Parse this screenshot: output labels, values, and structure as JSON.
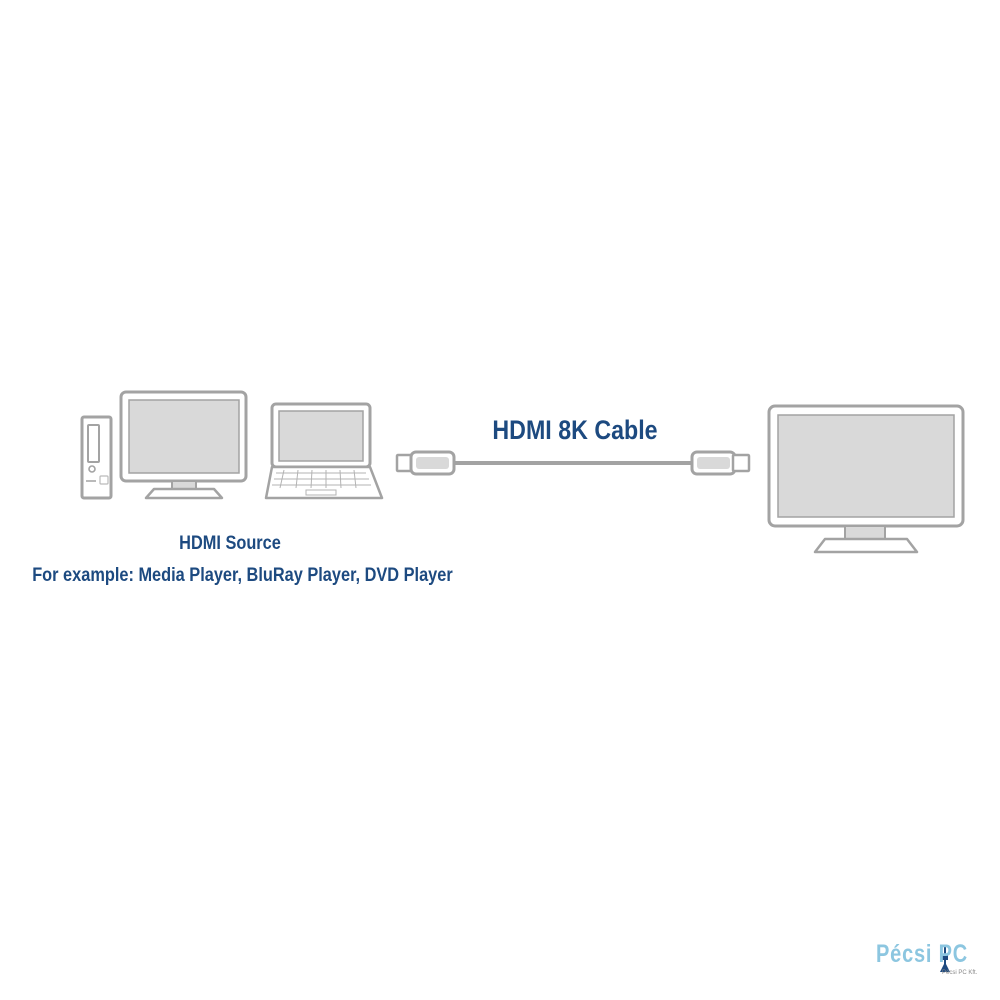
{
  "diagram": {
    "cable_label": "HDMI 8K Cable",
    "source": {
      "title": "HDMI Source",
      "examples": "For example: Media Player, BluRay Player, DVD Player"
    },
    "nodes": [
      "desktop-tower",
      "desktop-monitor",
      "laptop",
      "hdmi-cable",
      "tv-display"
    ],
    "edges": [
      {
        "from": "hdmi-source",
        "to": "tv-display",
        "via": "hdmi-cable"
      }
    ]
  },
  "watermark": {
    "brand": "Pécsi PC",
    "tagline": "Pécsi PC Kft."
  },
  "colors": {
    "text": "#1d4a80",
    "device_stroke": "#a3a3a3",
    "screen_fill": "#d9d9d9",
    "device_fill": "#ffffff",
    "watermark": "#8cc6e0"
  },
  "icons": [
    "desktop-tower-icon",
    "monitor-icon",
    "laptop-icon",
    "hdmi-cable-icon",
    "tv-icon"
  ]
}
